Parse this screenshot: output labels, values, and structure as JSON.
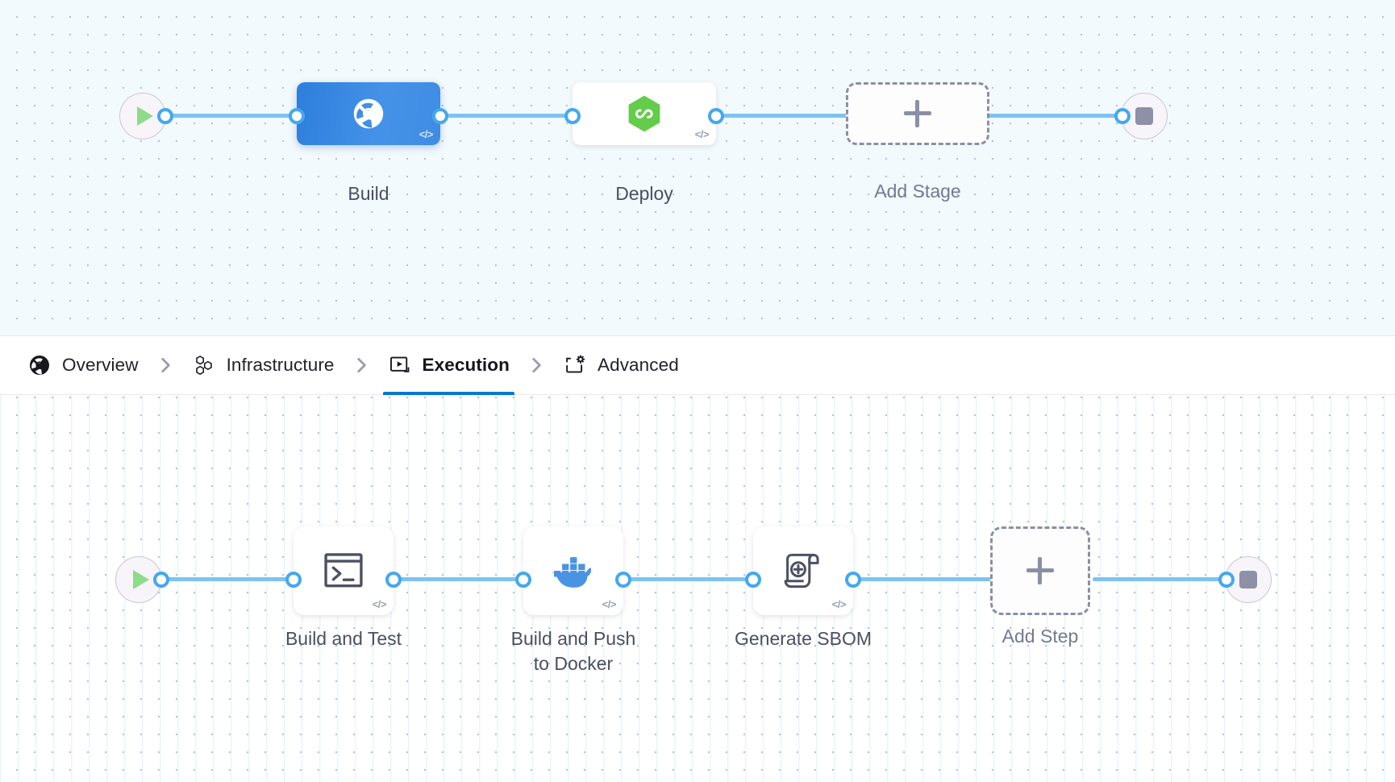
{
  "theme": {
    "edge_color": "#7cc4f0",
    "port_stroke": "#44a8ef",
    "selected_node_blue": "#2d7fdd",
    "active_tab_underline": "#0278d5",
    "label_color": "#4a4e63",
    "ghost_border": "#8b8fa6",
    "stage_canvas_bg": "#f3fafd",
    "step_canvas_bg": "#ffffff",
    "dot_grid_color": "#b9c2cc"
  },
  "stage_graph": {
    "start_node": {
      "name": "pipeline-start",
      "icon": "play-icon"
    },
    "end_node": {
      "name": "pipeline-end",
      "icon": "stop-icon"
    },
    "nodes": [
      {
        "id": "build",
        "label": "Build",
        "icon": "harness-ci-icon",
        "badge": "</>",
        "selected": true
      },
      {
        "id": "deploy",
        "label": "Deploy",
        "icon": "harness-cd-hexagon-icon",
        "badge": "</>",
        "selected": false
      }
    ],
    "add_node": {
      "label": "Add Stage",
      "icon": "plus-icon"
    }
  },
  "tabs": [
    {
      "id": "overview",
      "label": "Overview",
      "icon": "harness-overview-icon",
      "active": false
    },
    {
      "id": "infrastructure",
      "label": "Infrastructure",
      "icon": "hexagons-icon",
      "active": false
    },
    {
      "id": "execution",
      "label": "Execution",
      "icon": "execution-play-box-icon",
      "active": true
    },
    {
      "id": "advanced",
      "label": "Advanced",
      "icon": "advanced-gear-box-icon",
      "active": false
    }
  ],
  "tab_separator_icon": "chevron-right-icon",
  "step_graph": {
    "start_node": {
      "name": "execution-start",
      "icon": "play-icon"
    },
    "end_node": {
      "name": "execution-end",
      "icon": "stop-icon"
    },
    "nodes": [
      {
        "id": "build-and-test",
        "label": "Build and Test",
        "icon": "terminal-icon",
        "badge": "</>"
      },
      {
        "id": "build-push-docker",
        "label": "Build and Push\nto Docker",
        "icon": "docker-whale-icon",
        "badge": "</>"
      },
      {
        "id": "generate-sbom",
        "label": "Generate SBOM",
        "icon": "sbom-scroll-icon",
        "badge": "</>"
      }
    ],
    "add_node": {
      "label": "Add Step",
      "icon": "plus-icon"
    }
  }
}
